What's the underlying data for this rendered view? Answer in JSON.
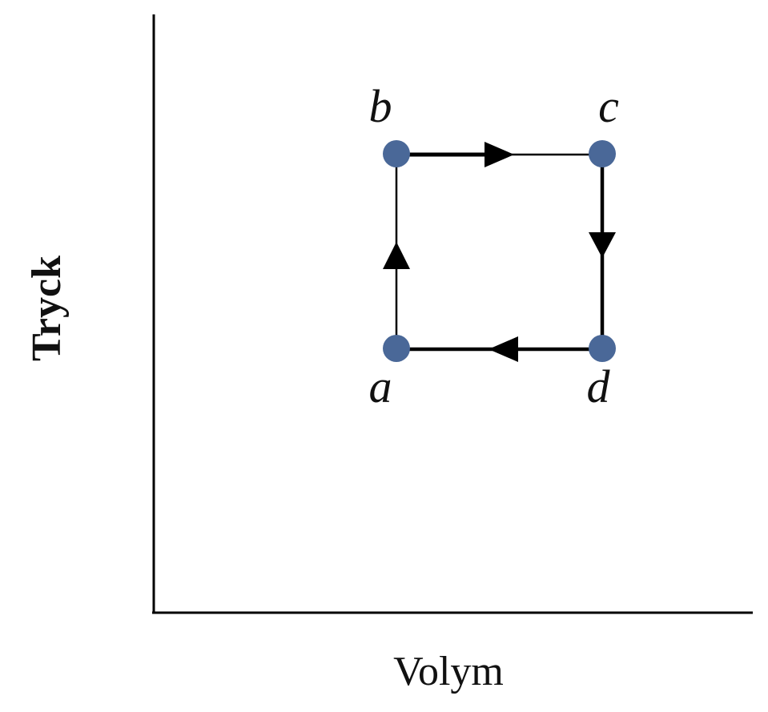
{
  "axes": {
    "x_label": "Volym",
    "y_label": "Tryck"
  },
  "points": [
    {
      "id": "a",
      "label": "a",
      "volume": 1,
      "pressure": 1
    },
    {
      "id": "b",
      "label": "b",
      "volume": 1,
      "pressure": 2
    },
    {
      "id": "c",
      "label": "c",
      "volume": 2,
      "pressure": 2
    },
    {
      "id": "d",
      "label": "d",
      "volume": 2,
      "pressure": 1
    }
  ],
  "cycle_order": [
    "a",
    "b",
    "c",
    "d",
    "a"
  ],
  "colors": {
    "point": "#4a6898",
    "line": "#000000"
  }
}
